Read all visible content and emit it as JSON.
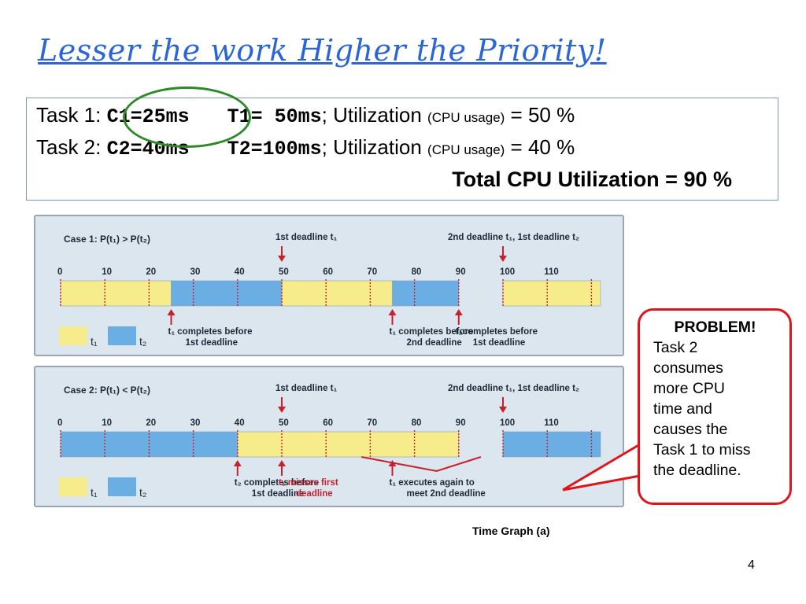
{
  "title": "Lesser the work Higher the Priority!",
  "task1": {
    "prefix": "Task 1: ",
    "c": "C1=25ms",
    "t": "T1= 50ms",
    "util_label": "; Utilization ",
    "cpu": "(CPU usage)",
    "value": " = 50 %"
  },
  "task2": {
    "prefix": "Task 2: ",
    "c": "C2=40ms",
    "t": "T2=100ms",
    "util_label": "; Utilization ",
    "cpu": "(CPU usage)",
    "value": " = 40 %"
  },
  "total": "Total CPU Utilization = 90 %",
  "colors": {
    "title": "#2b66d8",
    "t1": "#f7ec8c",
    "t2": "#6aaee4",
    "marker": "#c8212c",
    "problem_border": "#e0151b",
    "highlight": "#2c8a28"
  },
  "case1": {
    "label": "Case 1: P(t₁) > P(t₂)",
    "ticks": [
      "0",
      "10",
      "20",
      "30",
      "40",
      "50",
      "60",
      "70",
      "80",
      "90",
      "100",
      "110"
    ],
    "bars": [
      {
        "task": "t1",
        "start": 0,
        "end": 25
      },
      {
        "task": "t2",
        "start": 25,
        "end": 50
      },
      {
        "task": "t1",
        "start": 50,
        "end": 75
      },
      {
        "task": "t2",
        "start": 75,
        "end": 90
      },
      {
        "task": "t1",
        "start": 100,
        "end": 125
      }
    ],
    "top_notes": [
      {
        "text": "1st deadline t₁",
        "at": 50
      },
      {
        "text": "2nd deadline t₁, 1st deadline t₂",
        "at": 100
      }
    ],
    "bottom_notes": [
      {
        "text": "t₁ completes before",
        "text2": "1st deadline",
        "at": 25,
        "red": false
      },
      {
        "text": "t₁ completes before",
        "text2": "2nd deadline",
        "at": 75,
        "red": false
      },
      {
        "text": "t₂completes before",
        "text2": "1st deadline",
        "at": 90,
        "red": false
      }
    ],
    "legend_t1": "t₁",
    "legend_t2": "t₂"
  },
  "case2": {
    "label": "Case 2: P(t₁) < P(t₂)",
    "ticks": [
      "0",
      "10",
      "20",
      "30",
      "40",
      "50",
      "60",
      "70",
      "80",
      "90",
      "100",
      "110"
    ],
    "bars": [
      {
        "task": "t2",
        "start": 0,
        "end": 40
      },
      {
        "task": "t1",
        "start": 40,
        "end": 90
      },
      {
        "task": "t2",
        "start": 100,
        "end": 125
      }
    ],
    "top_notes": [
      {
        "text": "1st deadline t₁",
        "at": 50
      },
      {
        "text": "2nd deadline t₁, 1st deadline t₂",
        "at": 100
      }
    ],
    "bottom_notes": [
      {
        "text": "t₂ completes before",
        "text2": "1st deadline",
        "at": 40,
        "red": false
      },
      {
        "text": "t₁ misses first",
        "text2": "deadline",
        "at": 50,
        "red": true
      },
      {
        "text": "t₁ executes again to",
        "text2": "meet 2nd deadline",
        "at": 75,
        "red": false
      }
    ],
    "legend_t1": "t₁",
    "legend_t2": "t₂"
  },
  "problem": {
    "head": "PROBLEM!",
    "lines": [
      "Task 2",
      "consumes",
      "more CPU",
      "time and",
      "causes the",
      "Task 1 to miss",
      "the deadline."
    ]
  },
  "caption": "Time Graph (a)",
  "page_number": "4"
}
